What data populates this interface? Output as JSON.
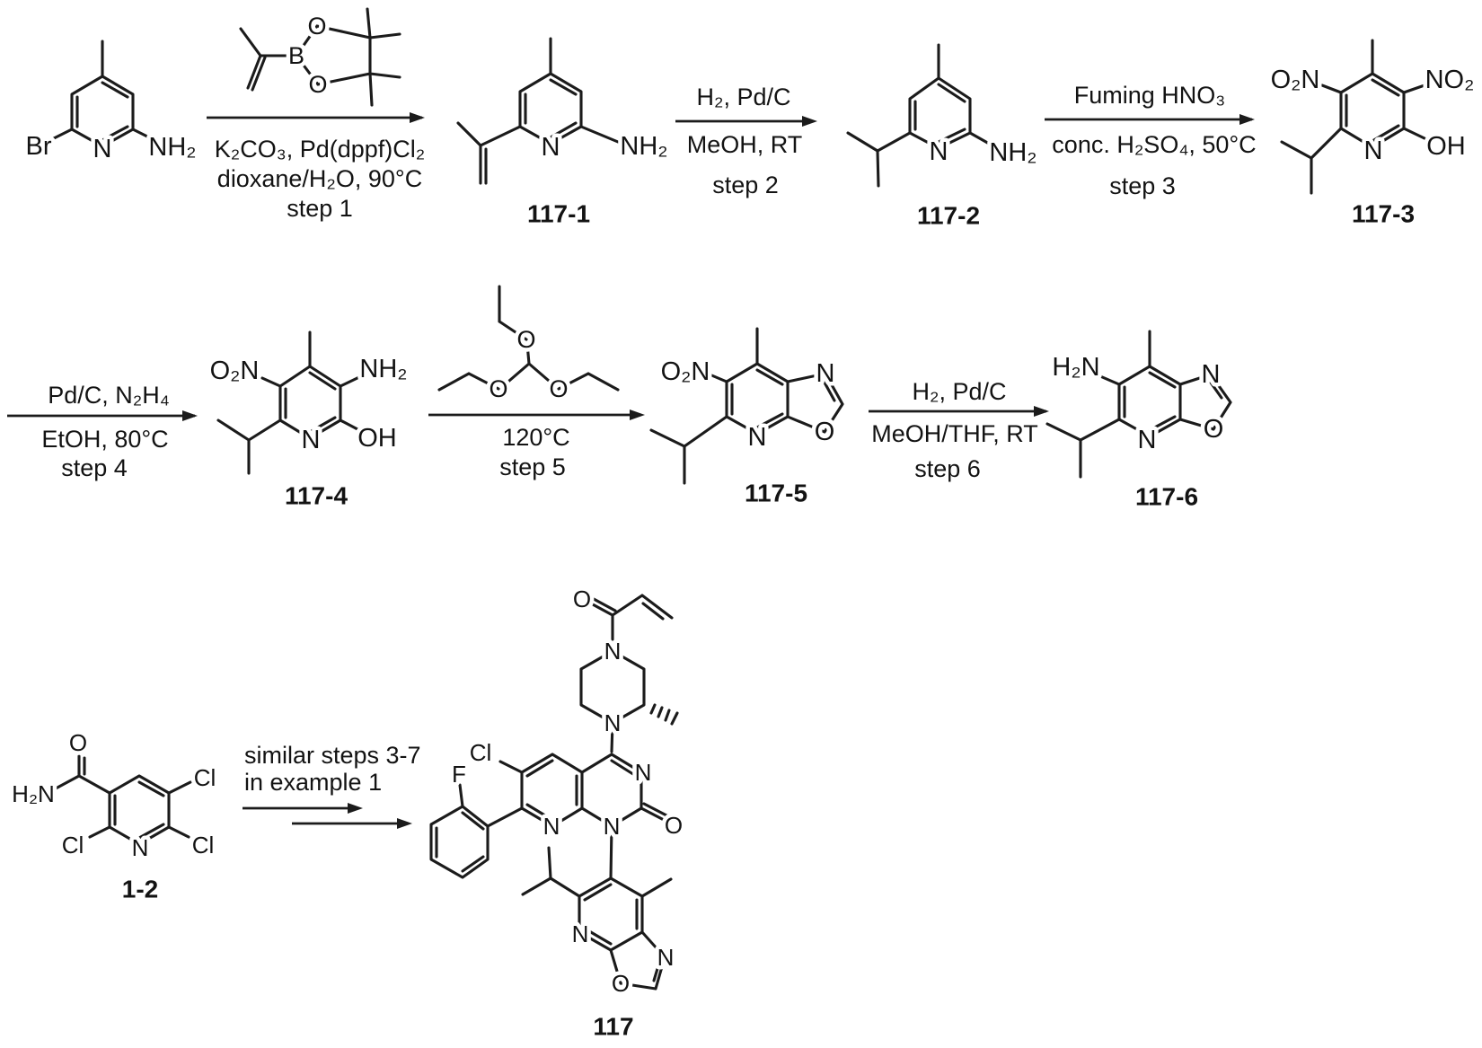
{
  "steps": {
    "step1": {
      "r1": "K₂CO₃, Pd(dppf)Cl₂",
      "r2": "dioxane/H₂O, 90°C",
      "label": "step 1"
    },
    "step2": {
      "a1": "H₂, Pd/C",
      "r1": "MeOH, RT",
      "label": "step 2"
    },
    "step3": {
      "a1": "Fuming HNO₃",
      "r1": "conc. H₂SO₄, 50°C",
      "label": "step 3"
    },
    "step4": {
      "a1": "Pd/C, N₂H₄",
      "r1": "EtOH, 80°C",
      "label": "step 4"
    },
    "step5": {
      "r1": "120°C",
      "label": "step 5"
    },
    "step6": {
      "a1": "H₂, Pd/C",
      "r1": "MeOH/THF, RT",
      "label": "step 6"
    },
    "final_arrow": {
      "a1": "similar steps 3-7",
      "a2": "in example 1"
    }
  },
  "compounds": {
    "start": {
      "atoms": {
        "br": "Br",
        "n": "N",
        "nh2": "NH₂"
      }
    },
    "boronate": {
      "atoms": {
        "b": "B",
        "o_top": "O",
        "o_bot": "O"
      }
    },
    "c117_1": {
      "caption": "117-1",
      "atoms": {
        "n": "N",
        "nh2": "NH₂"
      }
    },
    "c117_2": {
      "caption": "117-2",
      "atoms": {
        "n": "N",
        "nh2": "NH₂"
      }
    },
    "c117_3": {
      "caption": "117-3",
      "atoms": {
        "o2n": "O₂N",
        "no2": "NO₂",
        "n": "N",
        "oh": "OH"
      }
    },
    "c117_4": {
      "caption": "117-4",
      "atoms": {
        "o2n": "O₂N",
        "nh2": "NH₂",
        "n": "N",
        "oh": "OH"
      }
    },
    "orthoformate": {
      "atoms": {
        "o_top": "O",
        "o_left": "O",
        "o_right": "O"
      }
    },
    "c117_5": {
      "caption": "117-5",
      "atoms": {
        "o2n": "O₂N",
        "n_py": "N",
        "n_ox": "N",
        "o_ox": "O"
      }
    },
    "c117_6": {
      "caption": "117-6",
      "atoms": {
        "h2n": "H₂N",
        "n_py": "N",
        "n_ox": "N",
        "o_ox": "O"
      }
    },
    "c1_2": {
      "caption": "1-2",
      "atoms": {
        "o": "O",
        "h2n": "H₂N",
        "cl_top": "Cl",
        "cl_left": "Cl",
        "cl_right": "Cl",
        "n": "N"
      }
    },
    "c117": {
      "caption": "117",
      "atoms": {
        "o_acryl": "O",
        "n_pip_top": "N",
        "n_pip_bot": "N",
        "cl": "Cl",
        "f": "F",
        "n3": "N",
        "n1": "N",
        "n8": "N",
        "o_c2": "O",
        "n_py": "N",
        "n_ox": "N",
        "o_ox": "O"
      }
    }
  }
}
